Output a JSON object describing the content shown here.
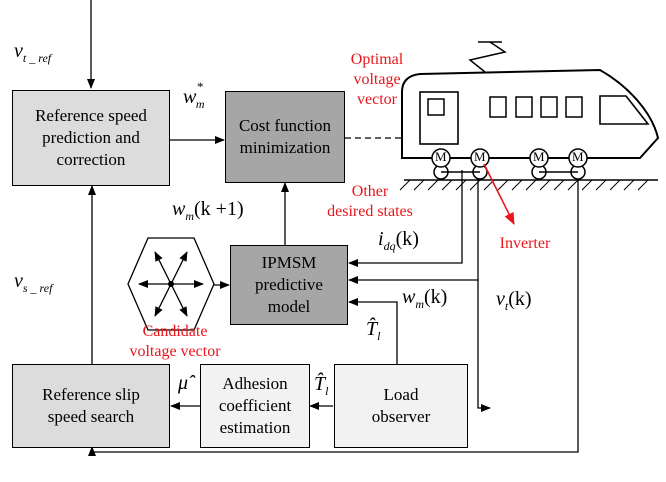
{
  "blocks": {
    "ref_speed": "Reference speed\nprediction and\ncorrection",
    "cost_fn": "Cost function\nminimization",
    "ipmsm": "IPMSM\npredictive\nmodel",
    "ref_slip": "Reference slip\nspeed search",
    "adhesion": "Adhesion\ncoefficient\nestimation",
    "load_obs": "Load\nobserver"
  },
  "signals": {
    "v_t_ref": "v",
    "v_t_ref_sub": "t _ ref",
    "w_m_star": "w",
    "w_m_star_sup": "*",
    "w_m_star_sub": "m",
    "w_m_k1": "w",
    "w_m_k1_sub": "m",
    "w_m_k1_arg": "(k +1)",
    "i_dq": "i",
    "i_dq_sub": "dq",
    "i_dq_arg": "(k)",
    "w_m_k": "w",
    "w_m_k_sub": "m",
    "w_m_k_arg": "(k)",
    "v_t_k": "v",
    "v_t_k_sub": "t",
    "v_t_k_arg": "(k)",
    "v_s_ref": "v",
    "v_s_ref_sub": "s _ ref",
    "t_l_hat_1": "T̂",
    "t_l_hat_1_sub": "l",
    "t_l_hat_2": "T̂",
    "t_l_hat_2_sub": "l",
    "mu_hat": "μ̂"
  },
  "annotations": {
    "optimal": "Optimal\nvoltage\nvector",
    "other_states": "Other\ndesired states",
    "inverter": "Inverter",
    "candidate": "Candidate\nvoltage vector"
  },
  "motor_label": "M",
  "colors": {
    "annotation": "#e8161b",
    "light_block": "#dcdcdc",
    "dark_block": "#a6a6a6"
  }
}
